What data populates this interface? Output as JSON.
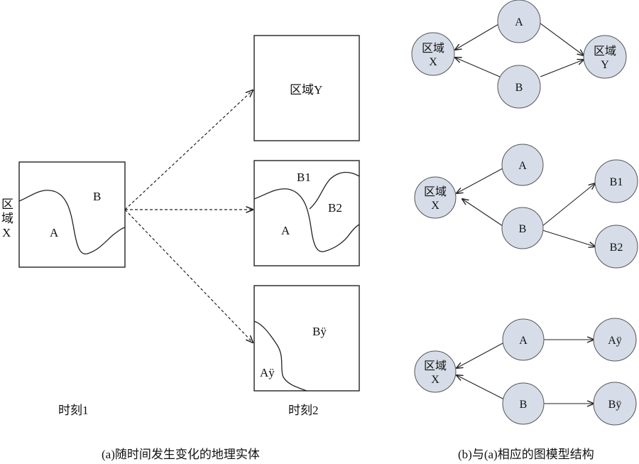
{
  "panel_a": {
    "time1": {
      "region_label_chars": [
        "区",
        "域",
        "X"
      ],
      "label_A": "A",
      "label_B": "B",
      "caption": "时刻1"
    },
    "time2": {
      "box_top_label": "区域Y",
      "box_mid_label_B1": "B1",
      "box_mid_label_B2": "B2",
      "box_mid_label_A": "A",
      "box_bottom_label_Bp": "Bÿ",
      "box_bottom_label_Ap": "Aÿ",
      "caption": "时刻2"
    },
    "caption": "(a)随时间发生变化的地理实体"
  },
  "panel_b": {
    "graph1": {
      "node_A": "A",
      "node_B": "B",
      "node_X_line1": "区域",
      "node_X_line2": "X",
      "node_Y_line1": "区域",
      "node_Y_line2": "Y"
    },
    "graph2": {
      "node_A": "A",
      "node_B": "B",
      "node_X_line1": "区域",
      "node_X_line2": "X",
      "node_B1": "B1",
      "node_B2": "B2"
    },
    "graph3": {
      "node_A": "A",
      "node_B": "B",
      "node_X_line1": "区域",
      "node_X_line2": "X",
      "node_Ap": "Aÿ",
      "node_Bp": "Bÿ"
    },
    "caption": "(b)与(a)相应的图模型结构"
  },
  "colors": {
    "node_fill": "#d7dde8",
    "stroke": "#222222"
  }
}
